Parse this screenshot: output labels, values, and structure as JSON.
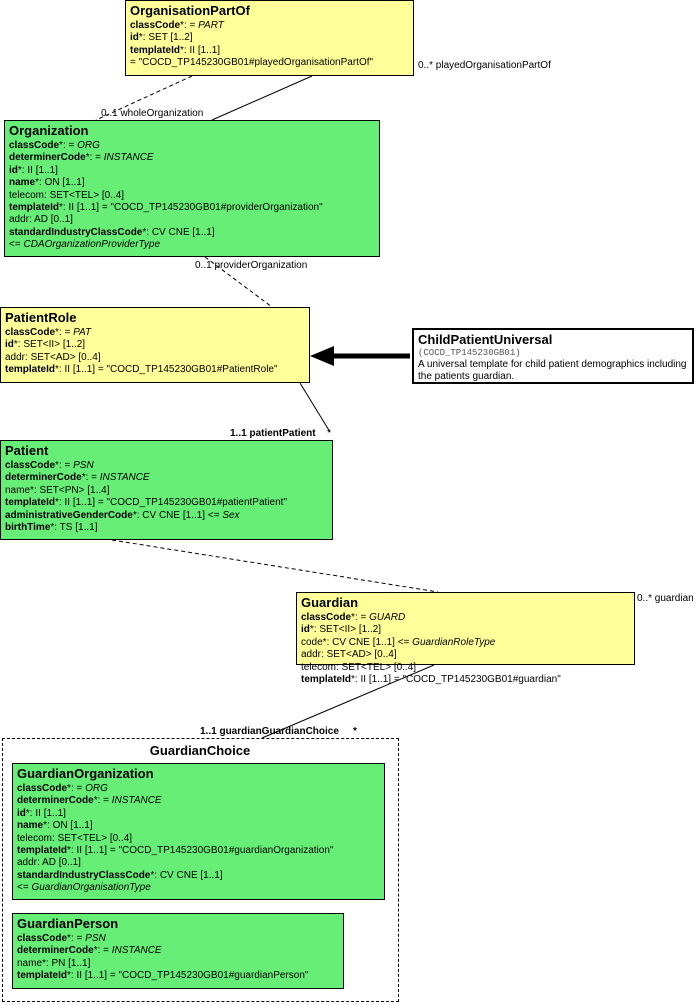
{
  "organisationPartOf": {
    "title": "OrganisationPartOf",
    "rows": [
      {
        "name": "classCode",
        "star": "*",
        "rest": ": = ",
        "em": "PART",
        "after": "",
        "bold": true
      },
      {
        "name": "id",
        "star": "*",
        "rest": ": SET [1..2]",
        "em": "",
        "after": "",
        "bold": true
      },
      {
        "name": "templateId",
        "star": "*",
        "rest": ": II [1..1]",
        "em": "",
        "after": "",
        "bold": true
      },
      {
        "name": "",
        "star": "",
        "rest": " = \"COCD_TP145230GB01#playedOrganisationPartOf\"",
        "em": "",
        "after": "",
        "bold": false
      }
    ]
  },
  "organization": {
    "title": "Organization",
    "rows": [
      {
        "name": "classCode",
        "star": "*",
        "rest": ": = ",
        "em": "ORG",
        "after": "",
        "bold": true
      },
      {
        "name": "determinerCode",
        "star": "*",
        "rest": ": = ",
        "em": "INSTANCE",
        "after": "",
        "bold": true
      },
      {
        "name": "id",
        "star": "*",
        "rest": ": II [1..1]",
        "em": "",
        "after": "",
        "bold": true
      },
      {
        "name": "name",
        "star": "*",
        "rest": ": ON [1..1]",
        "em": "",
        "after": "",
        "bold": true
      },
      {
        "name": "telecom: SET<TEL> [0..4]",
        "star": "",
        "rest": "",
        "em": "",
        "after": "",
        "bold": false
      },
      {
        "name": "templateId",
        "star": "*",
        "rest": ": II [1..1] = \"COCD_TP145230GB01#providerOrganization\"",
        "em": "",
        "after": "",
        "bold": true
      },
      {
        "name": "addr: AD [0..1]",
        "star": "",
        "rest": "",
        "em": "",
        "after": "",
        "bold": false
      },
      {
        "name": "standardIndustryClassCode",
        "star": "*",
        "rest": ": CV CNE [1..1]",
        "em": "",
        "after": "",
        "bold": true
      },
      {
        "name": "",
        "star": "",
        "rest": " <= ",
        "em": "CDAOrganizationProviderType",
        "after": "",
        "bold": false
      }
    ]
  },
  "patientRole": {
    "title": "PatientRole",
    "rows": [
      {
        "name": "classCode",
        "star": "*",
        "rest": ": = ",
        "em": "PAT",
        "after": "",
        "bold": true
      },
      {
        "name": "id",
        "star": "*",
        "rest": ": SET<II> [1..2]",
        "em": "",
        "after": "",
        "bold": true
      },
      {
        "name": "addr: SET<AD> [0..4]",
        "star": "",
        "rest": "",
        "em": "",
        "after": "",
        "bold": false
      },
      {
        "name": "templateId",
        "star": "*",
        "rest": ": II [1..1] = \"COCD_TP145230GB01#PatientRole\"",
        "em": "",
        "after": "",
        "bold": true
      }
    ]
  },
  "childPatientUniversal": {
    "title": "ChildPatientUniversal",
    "code": "(COCD_TP145230GB01)",
    "description": "A universal template for child patient demographics including the patients guardian."
  },
  "patient": {
    "title": "Patient",
    "rows": [
      {
        "name": "classCode",
        "star": "*",
        "rest": ": = ",
        "em": "PSN",
        "after": "",
        "bold": true
      },
      {
        "name": "determinerCode",
        "star": "*",
        "rest": ": = ",
        "em": "INSTANCE",
        "after": "",
        "bold": true
      },
      {
        "name": "name*: SET<PN> [1..4]",
        "star": "",
        "rest": "",
        "em": "",
        "after": "",
        "bold": false
      },
      {
        "name": "templateId",
        "star": "*",
        "rest": ": II [1..1] = \"COCD_TP145230GB01#patientPatient\"",
        "em": "",
        "after": "",
        "bold": true
      },
      {
        "name": "administrativeGenderCode",
        "star": "*",
        "rest": ": CV CNE [1..1] <= ",
        "em": "Sex",
        "after": "",
        "bold": true
      },
      {
        "name": "birthTime",
        "star": "*",
        "rest": ": TS [1..1]",
        "em": "",
        "after": "",
        "bold": true
      }
    ]
  },
  "guardian": {
    "title": "Guardian",
    "rows": [
      {
        "name": "classCode",
        "star": "*",
        "rest": ": = ",
        "em": "GUARD",
        "after": "",
        "bold": true
      },
      {
        "name": "id",
        "star": "*",
        "rest": ": SET<II> [1..2]",
        "em": "",
        "after": "",
        "bold": true
      },
      {
        "name": "code*: CV CNE [1..1] <= ",
        "star": "",
        "rest": "",
        "em": "GuardianRoleType",
        "after": "",
        "bold": false
      },
      {
        "name": "addr: SET<AD> [0..4]",
        "star": "",
        "rest": "",
        "em": "",
        "after": "",
        "bold": false
      },
      {
        "name": "telecom: SET<TEL> [0..4]",
        "star": "",
        "rest": "",
        "em": "",
        "after": "",
        "bold": false
      },
      {
        "name": "templateId",
        "star": "*",
        "rest": ": II [1..1] = \"COCD_TP145230GB01#guardian\"",
        "em": "",
        "after": "",
        "bold": true
      }
    ]
  },
  "guardianChoice": {
    "title": "GuardianChoice"
  },
  "guardianOrganization": {
    "title": "GuardianOrganization",
    "rows": [
      {
        "name": "classCode",
        "star": "*",
        "rest": ": = ",
        "em": "ORG",
        "after": "",
        "bold": true
      },
      {
        "name": "determinerCode",
        "star": "*",
        "rest": ": = ",
        "em": "INSTANCE",
        "after": "",
        "bold": true
      },
      {
        "name": "id",
        "star": "*",
        "rest": ": II [1..1]",
        "em": "",
        "after": "",
        "bold": true
      },
      {
        "name": "name",
        "star": "*",
        "rest": ": ON [1..1]",
        "em": "",
        "after": "",
        "bold": true
      },
      {
        "name": "telecom: SET<TEL> [0..4]",
        "star": "",
        "rest": "",
        "em": "",
        "after": "",
        "bold": false
      },
      {
        "name": "templateId",
        "star": "*",
        "rest": ": II [1..1] = \"COCD_TP145230GB01#guardianOrganization\"",
        "em": "",
        "after": "",
        "bold": true
      },
      {
        "name": "addr: AD [0..1]",
        "star": "",
        "rest": "",
        "em": "",
        "after": "",
        "bold": false
      },
      {
        "name": "standardIndustryClassCode",
        "star": "*",
        "rest": ": CV CNE [1..1]",
        "em": "",
        "after": "",
        "bold": true
      },
      {
        "name": "",
        "star": "",
        "rest": " <= ",
        "em": "GuardianOrganisationType",
        "after": "",
        "bold": false
      }
    ]
  },
  "guardianPerson": {
    "title": "GuardianPerson",
    "rows": [
      {
        "name": "classCode",
        "star": "*",
        "rest": ": = ",
        "em": "PSN",
        "after": "",
        "bold": true
      },
      {
        "name": "determinerCode",
        "star": "*",
        "rest": ": = ",
        "em": "INSTANCE",
        "after": "",
        "bold": true
      },
      {
        "name": "name*: PN [1..1]",
        "star": "",
        "rest": "",
        "em": "",
        "after": "",
        "bold": false
      },
      {
        "name": "templateId",
        "star": "*",
        "rest": ": II [1..1] = \"COCD_TP145230GB01#guardianPerson\"",
        "em": "",
        "after": "",
        "bold": true
      }
    ]
  },
  "labels": {
    "playedOrganisationPartOf": "0..* playedOrganisationPartOf",
    "wholeOrganization": "0..1 wholeOrganization",
    "providerOrganization": "0..1 providerOrganization",
    "patientPatient": "1..1 patientPatient",
    "patientPatientStar": "*",
    "guardian": "0..* guardian",
    "guardianGuardianChoice": "1..1 guardianGuardianChoice",
    "guardianGuardianChoiceStar": "*"
  },
  "colors": {
    "yellow": "#ffff99",
    "green": "#66ee77"
  }
}
